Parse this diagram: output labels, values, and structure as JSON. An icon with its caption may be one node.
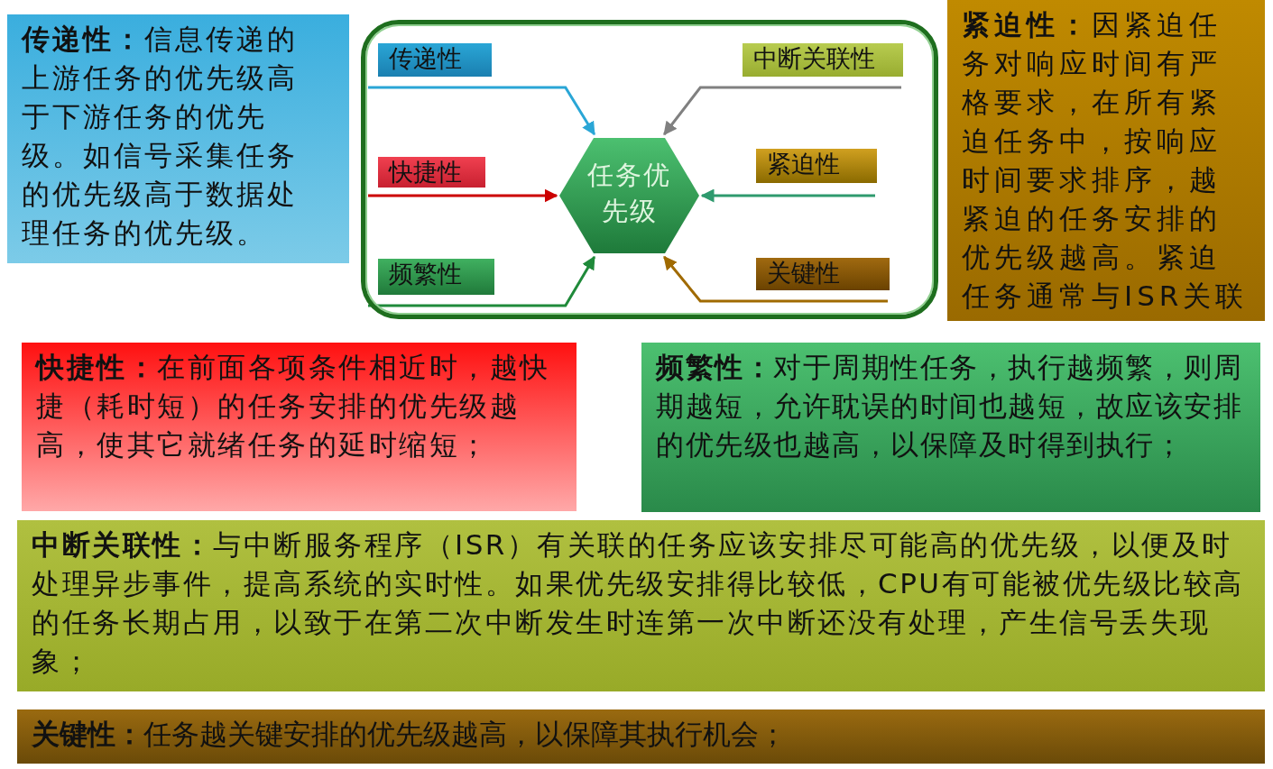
{
  "diagram": {
    "nodes": [
      {
        "text": [
          "**传递性：**信息传递的上游任务的优先级高于下游任务的优先级。如信号采集任务的优先级高于数据处理任务的优先级。"
        ]
      },
      {
        "text": [],
        "shape": "box"
      },
      {
        "text": [
          "传递性"
        ],
        "in": 1
      },
      {
        "text": [
          "中断关联性"
        ],
        "in": 1
      },
      {
        "text": [
          "快捷性"
        ],
        "in": 1
      },
      {
        "text": [
          "任务优先级"
        ],
        "in": 1
      },
      {
        "text": [
          "紧迫性"
        ],
        "in": 1
      },
      {
        "text": [
          "频繁性"
        ],
        "in": 1
      },
      {
        "text": [
          "关键性"
        ],
        "in": 1
      },
      {
        "text": [
          "**紧迫性：**因紧迫任务对响应时间有严格要求，在所有紧迫任务中，按响应时间要求排序，越紧迫的任务安排的优先级越高。紧迫任务通常与ISR关联"
        ]
      },
      {
        "text": [
          "**快捷性：**在前面各项条件相近时，越快捷（耗时短）的任务安排的优先级越高，使其它就绪任务的延时缩短；"
        ]
      },
      {
        "text": [
          "**频繁性：**对于周期性任务，执行越频繁，则周期越短，允许耽误的时间也越短，故应该安排的优先级也越高，以保障及时得到执行；"
        ]
      },
      {
        "text": [
          "**中断关联性：**与中断服务程序（ISR）有关联的任务应该安排尽可能高的优先级，以便及时处理异步事件，提高系统的实时性。如果优先级安排得比较低，CPU有可能被优先级比较高的任务长期占用，以致于在第二次中断发生时连第一次中断还没有处理，产生信号丢失现象；"
        ]
      },
      {
        "text": [
          "**关键性：**任务越关键安排的优先级越高，以保障其执行机会；"
        ]
      }
    ],
    "edges": [
      {
        "from": 2,
        "to": 5,
        "arrow": "to",
        "color": "#2aa6d6"
      },
      {
        "from": 3,
        "to": 5,
        "arrow": "to",
        "color": "#808080"
      },
      {
        "from": 4,
        "to": 5,
        "arrow": "to",
        "color": "#cc0000"
      },
      {
        "from": 6,
        "to": 5,
        "arrow": "to",
        "color": "#2e9a6e"
      },
      {
        "from": 7,
        "to": 5,
        "arrow": "to",
        "color": "#1f8a3a"
      },
      {
        "from": 8,
        "to": 5,
        "arrow": "to",
        "color": "#a06a00"
      }
    ]
  }
}
